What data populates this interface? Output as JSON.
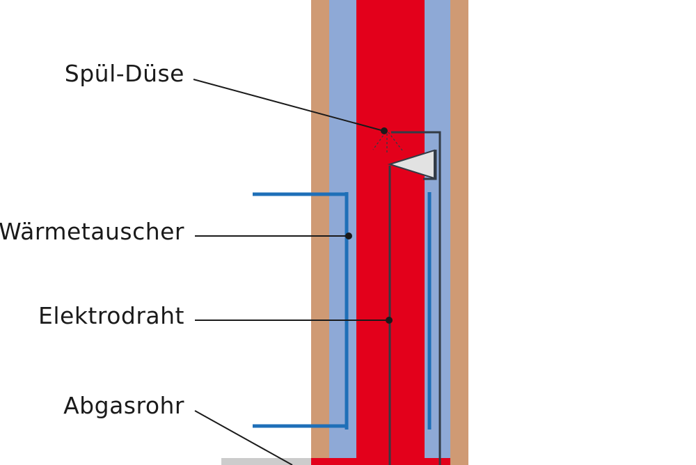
{
  "labels": {
    "nozzle": "Spül-Düse",
    "heat_exchanger": "Wärmetauscher",
    "electrode_wire": "Elektrodraht",
    "exhaust_pipe": "Abgasrohr"
  },
  "colors": {
    "outer_wall": "#cf9a74",
    "insulation": "#8ea9d6",
    "flue": "#e3001b",
    "heat_exchanger": "#1e6fb8",
    "wire": "#333b45",
    "nozzle_fill": "#e2e2e2",
    "base": "#cccccc",
    "leader": "#1a1a1a"
  }
}
